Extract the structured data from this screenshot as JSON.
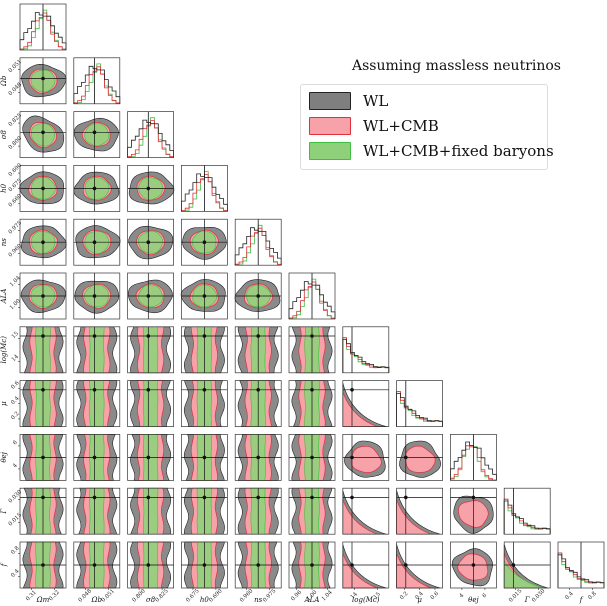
{
  "legend": {
    "title": "Assuming massless neutrinos",
    "items": [
      {
        "label": "WL",
        "color": "#7f7f7f",
        "edge": "#222222"
      },
      {
        "label": "WL+CMB",
        "color": "#f7a1a8",
        "edge": "#e0303d"
      },
      {
        "label": "WL+CMB+fixed baryons",
        "color": "#8fd17a",
        "edge": "#3fbf3f"
      }
    ]
  },
  "chart_data": {
    "type": "corner",
    "parameters": [
      {
        "xlabel": "Ωm",
        "ylabel": "",
        "xticks": [
          "0.31",
          "0.32"
        ],
        "yticks": [],
        "truth": 0.5
      },
      {
        "xlabel": "Ωb",
        "ylabel": "Ωb",
        "xticks": [
          "0.048",
          "0.051"
        ],
        "yticks": [
          "0.051",
          "0.048"
        ],
        "truth": 0.45
      },
      {
        "xlabel": "σ8",
        "ylabel": "σ8",
        "xticks": [
          "0.800",
          "0.825"
        ],
        "yticks": [
          "0.825",
          "0.800"
        ],
        "truth": 0.45
      },
      {
        "xlabel": "h0",
        "ylabel": "h0",
        "xticks": [
          "0.675",
          "0.690"
        ],
        "yticks": [
          "0.690",
          "0.675",
          "0.660"
        ],
        "truth": 0.5
      },
      {
        "xlabel": "ns",
        "ylabel": "ns",
        "xticks": [
          "0.960",
          "0.975"
        ],
        "yticks": [
          "0.975",
          "0.960"
        ],
        "truth": 0.5
      },
      {
        "xlabel": "ALA",
        "ylabel": "ALA",
        "xticks": [
          "0.96",
          "1.00",
          "1.04"
        ],
        "yticks": [
          "1.04",
          "1.00"
        ],
        "truth": 0.5
      },
      {
        "xlabel": "log(Mc)",
        "ylabel": "log(Mc)",
        "xticks": [
          "14",
          "15"
        ],
        "yticks": [
          "15",
          "14"
        ],
        "truth": 0.2
      },
      {
        "xlabel": "μ",
        "ylabel": "μ",
        "xticks": [
          "0.2",
          "0.4",
          "0.6"
        ],
        "yticks": [
          "0.6",
          "0.4",
          "0.2"
        ],
        "truth": 0.2
      },
      {
        "xlabel": "θej",
        "ylabel": "θej",
        "xticks": [
          "4",
          "6"
        ],
        "yticks": [
          "6",
          "4"
        ],
        "truth": 0.5
      },
      {
        "xlabel": "Γ",
        "ylabel": "Γ",
        "xticks": [
          "0.015",
          "0.030"
        ],
        "yticks": [
          "0.030",
          "0.015"
        ],
        "truth": 0.2
      },
      {
        "xlabel": "f",
        "ylabel": "f",
        "xticks": [
          "0.4",
          "0.8"
        ],
        "yticks": [
          "0.8",
          "0.4"
        ],
        "truth": 0.5
      }
    ],
    "series": [
      {
        "name": "WL",
        "color": "#222222",
        "fill": "#8a8a8a"
      },
      {
        "name": "WL+CMB",
        "color": "#e0303d",
        "fill": "#f7a1a8"
      },
      {
        "name": "WL+CMB+fixed baryons",
        "color": "#3fbf3f",
        "fill": "#8fd17a"
      }
    ],
    "grid": false,
    "legend_position": "top-right"
  }
}
